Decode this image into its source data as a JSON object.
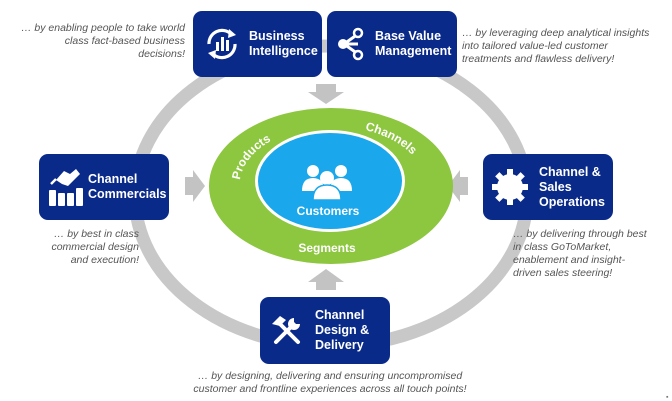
{
  "colors": {
    "box_fill": "#0a2a8a",
    "outer_ring": "#c8c8c8",
    "arrow": "#c3c3c3",
    "segments_ring": "#8dc63f",
    "customers_core": "#1aa7ec",
    "description_text": "#555555"
  },
  "center": {
    "core_label": "Customers",
    "core_icon": "people-group-icon",
    "ring_labels": {
      "top_left": "Products",
      "top_right": "Channels",
      "bottom": "Segments"
    }
  },
  "modules": [
    {
      "id": "business-intelligence",
      "title_lines": [
        "Business",
        "Intelligence"
      ],
      "icon": "analytics-cycle-icon",
      "description_lines": [
        "… by enabling people to take world",
        "class fact-based business",
        "decisions!"
      ]
    },
    {
      "id": "base-value-management",
      "title_lines": [
        "Base Value",
        "Management"
      ],
      "icon": "share-network-icon",
      "description_lines": [
        "… by leveraging deep analytical insights",
        "into tailored value-led customer",
        "treatments and flawless delivery!"
      ]
    },
    {
      "id": "channel-commercials",
      "title_lines": [
        "Channel",
        "Commercials"
      ],
      "icon": "handshake-bars-icon",
      "description_lines": [
        "… by best in class",
        "commercial design",
        "and execution!"
      ]
    },
    {
      "id": "channel-sales-operations",
      "title_lines": [
        "Channel &",
        "Sales",
        "Operations"
      ],
      "icon": "gear-icon",
      "description_lines": [
        "… by delivering through best",
        "in class GoToMarket,",
        "enablement and insight-",
        "driven sales steering!"
      ]
    },
    {
      "id": "channel-design-delivery",
      "title_lines": [
        "Channel",
        "Design &",
        "Delivery"
      ],
      "icon": "tools-icon",
      "description_lines": [
        "… by designing, delivering and ensuring uncompromised",
        "customer and frontline experiences across all touch points!"
      ]
    }
  ]
}
